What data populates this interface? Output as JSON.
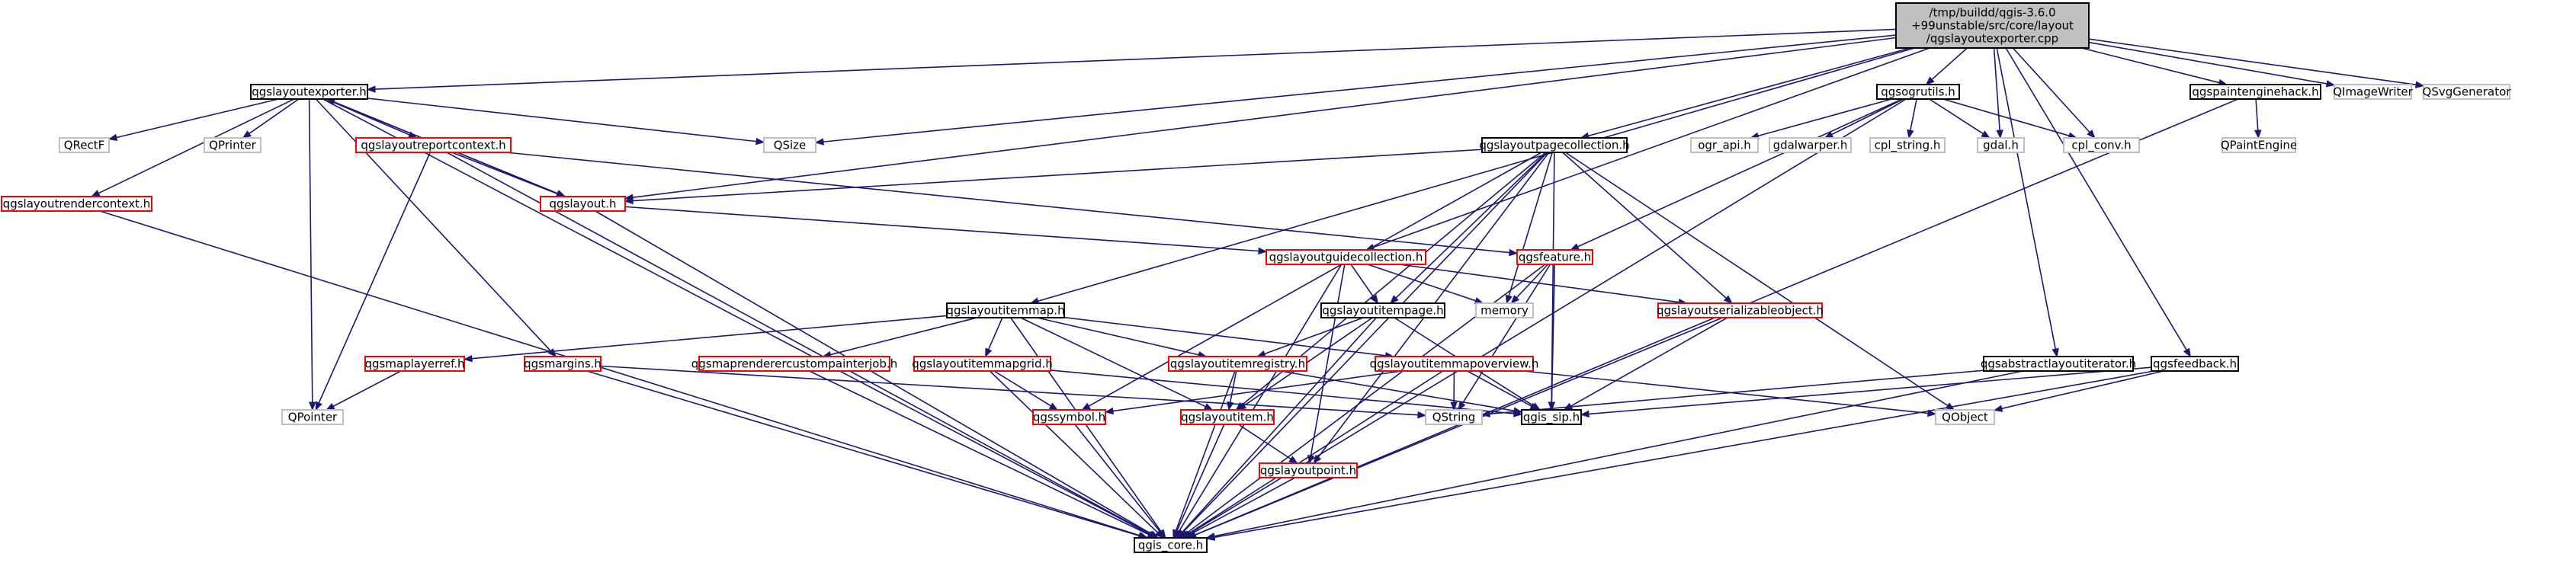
{
  "colors": {
    "focus_fill": "#bfbfbf",
    "focus_border": "#000000",
    "documented_border": "#000000",
    "incomplete_border": "#ff0000",
    "external_border": "#bfbfbf",
    "edge": "#191970"
  },
  "diagram": {
    "type": "include-dependency-graph",
    "nodes": [
      {
        "id": "root",
        "label_lines": [
          "/tmp/buildd/qgis-3.6.0",
          "+99unstable/src/core/layout",
          "/qgslayoutexporter.cpp"
        ],
        "kind": "focus"
      },
      {
        "id": "exporter",
        "label_lines": [
          "qgslayoutexporter.h"
        ],
        "kind": "documented"
      },
      {
        "id": "qrectf",
        "label_lines": [
          "QRectF"
        ],
        "kind": "external"
      },
      {
        "id": "qprinter",
        "label_lines": [
          "QPrinter"
        ],
        "kind": "external"
      },
      {
        "id": "qsize",
        "label_lines": [
          "QSize"
        ],
        "kind": "external"
      },
      {
        "id": "reportctx",
        "label_lines": [
          "qgslayoutreportcontext.h"
        ],
        "kind": "incomplete"
      },
      {
        "id": "renderctx",
        "label_lines": [
          "qgslayoutrendercontext.h"
        ],
        "kind": "incomplete"
      },
      {
        "id": "layout",
        "label_lines": [
          "qgslayout.h"
        ],
        "kind": "incomplete"
      },
      {
        "id": "ogrutils",
        "label_lines": [
          "qgsogrutils.h"
        ],
        "kind": "documented"
      },
      {
        "id": "ograpi",
        "label_lines": [
          "ogr_api.h"
        ],
        "kind": "external"
      },
      {
        "id": "gdalwarper",
        "label_lines": [
          "gdalwarper.h"
        ],
        "kind": "external"
      },
      {
        "id": "cplstring",
        "label_lines": [
          "cpl_string.h"
        ],
        "kind": "external"
      },
      {
        "id": "gdal",
        "label_lines": [
          "gdal.h"
        ],
        "kind": "external"
      },
      {
        "id": "cplconv",
        "label_lines": [
          "cpl_conv.h"
        ],
        "kind": "external"
      },
      {
        "id": "painthack",
        "label_lines": [
          "qgspaintenginehack.h"
        ],
        "kind": "documented"
      },
      {
        "id": "qpaintengine",
        "label_lines": [
          "QPaintEngine"
        ],
        "kind": "external"
      },
      {
        "id": "qimagewriter",
        "label_lines": [
          "QImageWriter"
        ],
        "kind": "external"
      },
      {
        "id": "qsvggenerator",
        "label_lines": [
          "QSvgGenerator"
        ],
        "kind": "external"
      },
      {
        "id": "pagecoll",
        "label_lines": [
          "qgslayoutpagecollection.h"
        ],
        "kind": "documented"
      },
      {
        "id": "guidecoll",
        "label_lines": [
          "qgslayoutguidecollection.h"
        ],
        "kind": "incomplete"
      },
      {
        "id": "feature",
        "label_lines": [
          "qgsfeature.h"
        ],
        "kind": "incomplete"
      },
      {
        "id": "memory",
        "label_lines": [
          "memory"
        ],
        "kind": "external"
      },
      {
        "id": "serializable",
        "label_lines": [
          "qgslayoutserializableobject.h"
        ],
        "kind": "incomplete"
      },
      {
        "id": "itempage",
        "label_lines": [
          "qgslayoutitempage.h"
        ],
        "kind": "documented"
      },
      {
        "id": "itemmap",
        "label_lines": [
          "qgslayoutitemmap.h"
        ],
        "kind": "documented"
      },
      {
        "id": "maplayerref",
        "label_lines": [
          "qgsmaplayerref.h"
        ],
        "kind": "incomplete"
      },
      {
        "id": "margins",
        "label_lines": [
          "qgsmargins.h"
        ],
        "kind": "incomplete"
      },
      {
        "id": "mapcustompainter",
        "label_lines": [
          "qgsmaprenderercustompainterjob.h"
        ],
        "kind": "incomplete"
      },
      {
        "id": "itemmapgrid",
        "label_lines": [
          "qgslayoutitemmapgrid.h"
        ],
        "kind": "incomplete"
      },
      {
        "id": "itemregistry",
        "label_lines": [
          "qgslayoutitemregistry.h"
        ],
        "kind": "incomplete"
      },
      {
        "id": "itemmapoverview",
        "label_lines": [
          "qgslayoutitemmapoverview.h"
        ],
        "kind": "incomplete"
      },
      {
        "id": "absiterator",
        "label_lines": [
          "qgsabstractlayoutiterator.h"
        ],
        "kind": "documented"
      },
      {
        "id": "feedback",
        "label_lines": [
          "qgsfeedback.h"
        ],
        "kind": "documented"
      },
      {
        "id": "qpointer",
        "label_lines": [
          "QPointer"
        ],
        "kind": "external"
      },
      {
        "id": "symbol",
        "label_lines": [
          "qgssymbol.h"
        ],
        "kind": "incomplete"
      },
      {
        "id": "layoutitem",
        "label_lines": [
          "qgslayoutitem.h"
        ],
        "kind": "incomplete"
      },
      {
        "id": "qstring",
        "label_lines": [
          "QString"
        ],
        "kind": "external"
      },
      {
        "id": "sip",
        "label_lines": [
          "qgis_sip.h"
        ],
        "kind": "documented"
      },
      {
        "id": "qobject",
        "label_lines": [
          "QObject"
        ],
        "kind": "external"
      },
      {
        "id": "layoutpoint",
        "label_lines": [
          "qgslayoutpoint.h"
        ],
        "kind": "incomplete"
      },
      {
        "id": "core",
        "label_lines": [
          "qgis_core.h"
        ],
        "kind": "documented"
      }
    ],
    "edges": [
      [
        "root",
        "exporter"
      ],
      [
        "root",
        "qsize"
      ],
      [
        "root",
        "layout"
      ],
      [
        "root",
        "itemmap"
      ],
      [
        "root",
        "guidecoll"
      ],
      [
        "root",
        "pagecoll"
      ],
      [
        "root",
        "ogrutils"
      ],
      [
        "root",
        "gdal"
      ],
      [
        "root",
        "cplconv"
      ],
      [
        "root",
        "absiterator"
      ],
      [
        "root",
        "feedback"
      ],
      [
        "root",
        "painthack"
      ],
      [
        "root",
        "qimagewriter"
      ],
      [
        "root",
        "qsvggenerator"
      ],
      [
        "exporter",
        "qrectf"
      ],
      [
        "exporter",
        "qprinter"
      ],
      [
        "exporter",
        "qsize"
      ],
      [
        "exporter",
        "reportctx"
      ],
      [
        "exporter",
        "renderctx"
      ],
      [
        "exporter",
        "layout"
      ],
      [
        "exporter",
        "margins"
      ],
      [
        "exporter",
        "qpointer"
      ],
      [
        "exporter",
        "core"
      ],
      [
        "reportctx",
        "layout"
      ],
      [
        "reportctx",
        "qpointer"
      ],
      [
        "reportctx",
        "feature"
      ],
      [
        "reportctx",
        "core"
      ],
      [
        "renderctx",
        "core"
      ],
      [
        "layout",
        "exporter"
      ],
      [
        "layout",
        "guidecoll"
      ],
      [
        "layout",
        "core"
      ],
      [
        "ogrutils",
        "ograpi"
      ],
      [
        "ogrutils",
        "gdalwarper"
      ],
      [
        "ogrutils",
        "cplstring"
      ],
      [
        "ogrutils",
        "gdal"
      ],
      [
        "ogrutils",
        "cplconv"
      ],
      [
        "ogrutils",
        "feature"
      ],
      [
        "ogrutils",
        "core"
      ],
      [
        "painthack",
        "qpaintengine"
      ],
      [
        "painthack",
        "core"
      ],
      [
        "pagecoll",
        "layout"
      ],
      [
        "pagecoll",
        "itempage"
      ],
      [
        "pagecoll",
        "serializable"
      ],
      [
        "pagecoll",
        "memory"
      ],
      [
        "pagecoll",
        "symbol"
      ],
      [
        "pagecoll",
        "layoutitem"
      ],
      [
        "pagecoll",
        "layoutpoint"
      ],
      [
        "pagecoll",
        "sip"
      ],
      [
        "pagecoll",
        "qobject"
      ],
      [
        "pagecoll",
        "core"
      ],
      [
        "guidecoll",
        "itempage"
      ],
      [
        "guidecoll",
        "serializable"
      ],
      [
        "guidecoll",
        "memory"
      ],
      [
        "guidecoll",
        "layoutpoint"
      ],
      [
        "guidecoll",
        "core"
      ],
      [
        "feature",
        "memory"
      ],
      [
        "feature",
        "qstring"
      ],
      [
        "feature",
        "sip"
      ],
      [
        "feature",
        "core"
      ],
      [
        "serializable",
        "sip"
      ],
      [
        "serializable",
        "core"
      ],
      [
        "itempage",
        "itemregistry"
      ],
      [
        "itempage",
        "layoutitem"
      ],
      [
        "itempage",
        "sip"
      ],
      [
        "itempage",
        "core"
      ],
      [
        "itemmap",
        "maplayerref"
      ],
      [
        "itemmap",
        "mapcustompainter"
      ],
      [
        "itemmap",
        "itemmapgrid"
      ],
      [
        "itemmap",
        "itemregistry"
      ],
      [
        "itemmap",
        "itemmapoverview"
      ],
      [
        "itemmap",
        "layoutitem"
      ],
      [
        "itemmap",
        "core"
      ],
      [
        "maplayerref",
        "qpointer"
      ],
      [
        "margins",
        "qstring"
      ],
      [
        "margins",
        "core"
      ],
      [
        "mapcustompainter",
        "core"
      ],
      [
        "itemmapgrid",
        "symbol"
      ],
      [
        "itemmapgrid",
        "sip"
      ],
      [
        "itemmapgrid",
        "core"
      ],
      [
        "itemregistry",
        "layoutitem"
      ],
      [
        "itemregistry",
        "sip"
      ],
      [
        "itemregistry",
        "core"
      ],
      [
        "itemmapoverview",
        "symbol"
      ],
      [
        "itemmapoverview",
        "qstring"
      ],
      [
        "itemmapoverview",
        "sip"
      ],
      [
        "itemmapoverview",
        "qobject"
      ],
      [
        "itemmapoverview",
        "core"
      ],
      [
        "absiterator",
        "qstring"
      ],
      [
        "absiterator",
        "core"
      ],
      [
        "feedback",
        "qobject"
      ],
      [
        "feedback",
        "sip"
      ],
      [
        "feedback",
        "core"
      ],
      [
        "symbol",
        "core"
      ],
      [
        "layoutitem",
        "layoutpoint"
      ],
      [
        "layoutitem",
        "core"
      ],
      [
        "layoutpoint",
        "core"
      ]
    ]
  }
}
